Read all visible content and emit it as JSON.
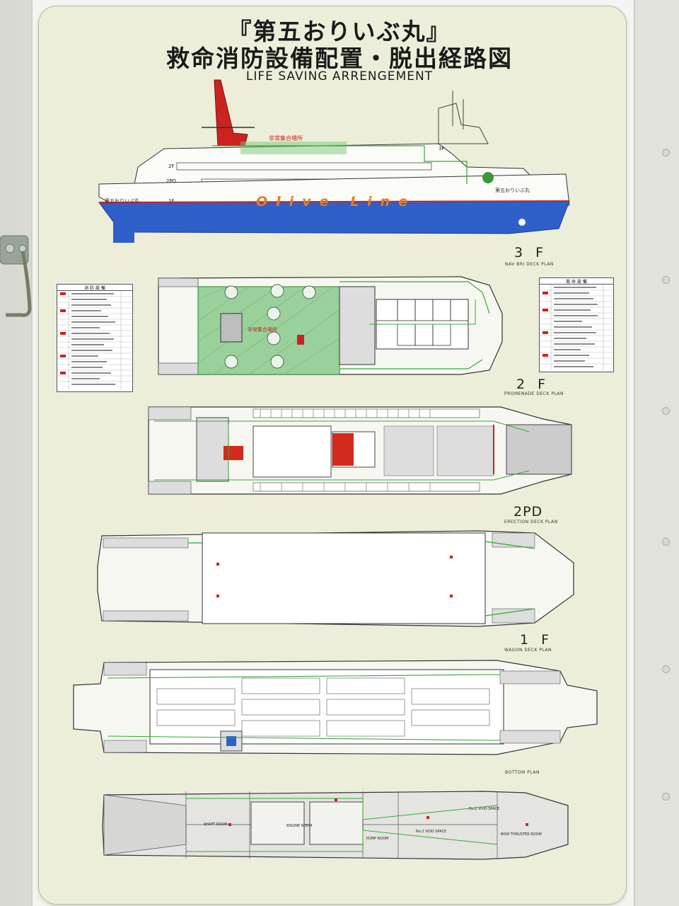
{
  "title_line1": "『第五おりいぶ丸』",
  "title_line2": "救命消防設備配置・脱出経路図",
  "subtitle": "LIFE SAVING ARRENGEMENT",
  "ship": {
    "brand_text": "Olive Line",
    "assembly_label": "非常集合場所",
    "hull_name_left": "第五おりいぶ丸",
    "hull_name_right": "第五おりいぶ丸",
    "deck_marks": [
      "3F",
      "2F",
      "2PD",
      "1F"
    ]
  },
  "decks": [
    {
      "id": "3f",
      "label": "3 F",
      "sub": "NAV BRI DECK PLAN",
      "assembly": "非常集合場所"
    },
    {
      "id": "2f",
      "label": "2 F",
      "sub": "PROMENADE DECK PLAN"
    },
    {
      "id": "2pd",
      "label": "2PD",
      "sub": "ERECTION DECK PLAN"
    },
    {
      "id": "1f",
      "label": "1 F",
      "sub": "WAGON DECK PLAN"
    },
    {
      "id": "bottom",
      "label": "",
      "sub": "BOTTOM PLAN",
      "rooms": [
        "SHAFT ROOM",
        "ENGINE ROOM",
        "PUMP ROOM",
        "No.1 VOID SPACE",
        "No.2 VOID SPACE",
        "BOW THRUSTER ROOM"
      ]
    }
  ],
  "legend_left": {
    "title": "消 防 設 備",
    "rows": 17
  },
  "legend_right": {
    "title": "救 命 設 備",
    "rows": 16
  },
  "colors": {
    "hull_blue": "#2f5fc8",
    "funnel_red": "#cc2222",
    "route_green": "#33aa33",
    "board": "#eceed9"
  }
}
